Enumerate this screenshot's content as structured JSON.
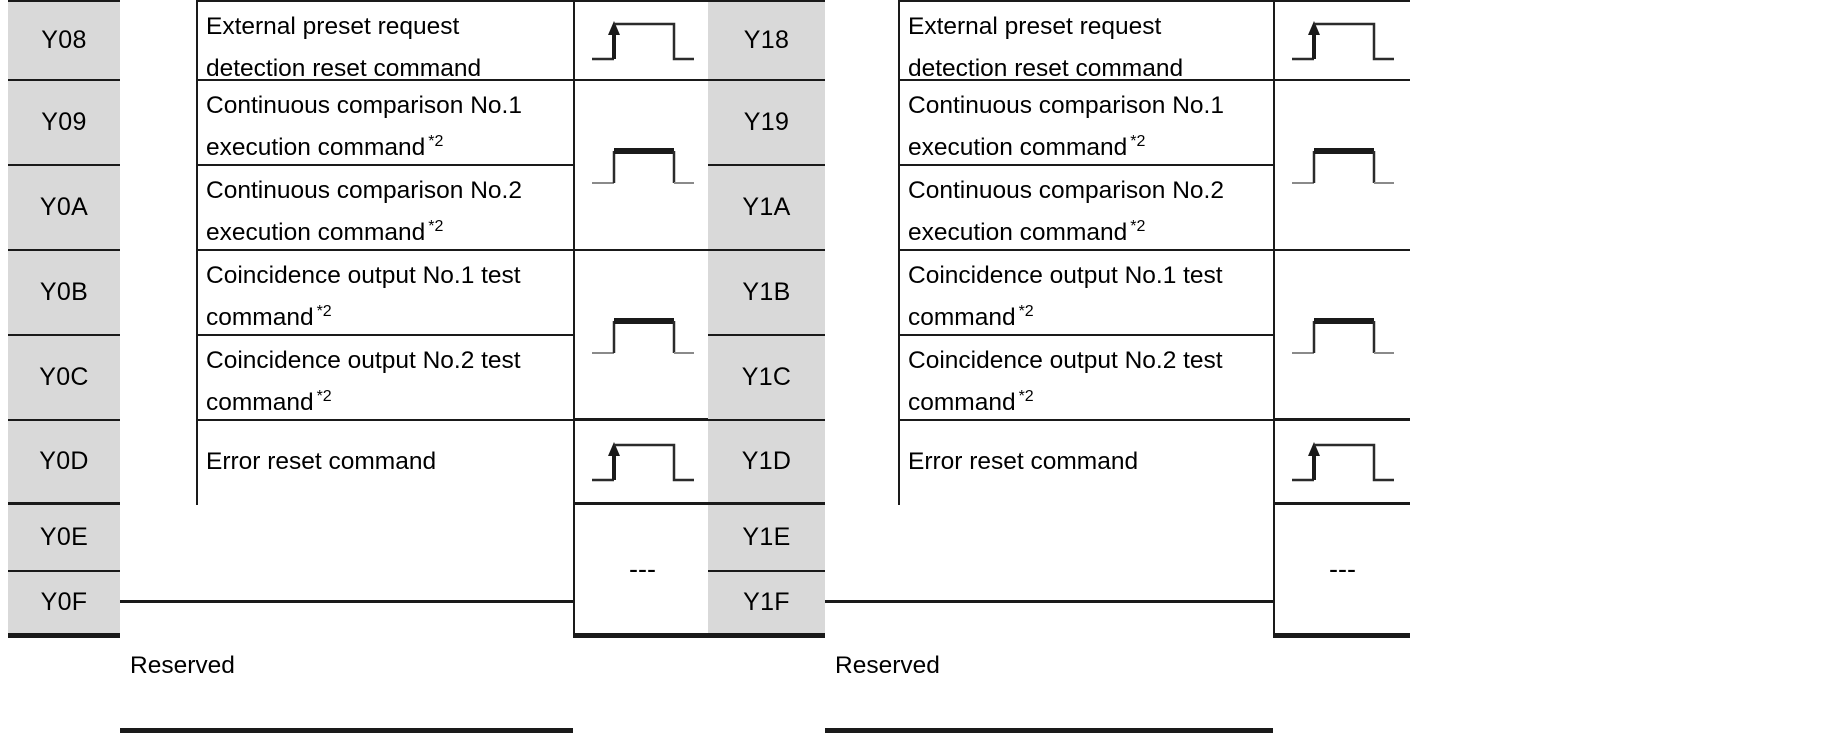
{
  "table": {
    "signal_column_bg": "#d9d9d9",
    "rule_color": "#1a1a1a",
    "halves": [
      {
        "id": "left",
        "rows": [
          {
            "signal": "Y08",
            "description_line1": "External preset request",
            "description_line2": "detection reset command",
            "note": "",
            "waveform": "rising-edge-pulse"
          },
          {
            "signal": "Y09",
            "description_line1": "Continuous comparison No.1",
            "description_line2": "execution command",
            "note": "*2",
            "waveform": "level-pulse"
          },
          {
            "signal": "Y0A",
            "description_line1": "Continuous comparison No.2",
            "description_line2": "execution command",
            "note": "*2",
            "waveform": "level-pulse-shared"
          },
          {
            "signal": "Y0B",
            "description_line1": "Coincidence output No.1 test",
            "description_line2": "command",
            "note": "*2",
            "waveform": "level-pulse"
          },
          {
            "signal": "Y0C",
            "description_line1": "Coincidence output No.2 test",
            "description_line2": "command",
            "note": "*2",
            "waveform": "level-pulse-shared"
          },
          {
            "signal": "Y0D",
            "description_line1": "Error reset command",
            "description_line2": "",
            "note": "",
            "waveform": "rising-edge-pulse"
          }
        ],
        "reserved": {
          "signals": [
            "Y0E",
            "Y0F"
          ],
          "label": "Reserved",
          "waveform_label": "---"
        }
      },
      {
        "id": "right",
        "rows": [
          {
            "signal": "Y18",
            "description_line1": "External preset request",
            "description_line2": "detection reset command",
            "note": "",
            "waveform": "rising-edge-pulse"
          },
          {
            "signal": "Y19",
            "description_line1": "Continuous comparison No.1",
            "description_line2": "execution command",
            "note": "*2",
            "waveform": "level-pulse"
          },
          {
            "signal": "Y1A",
            "description_line1": "Continuous comparison No.2",
            "description_line2": "execution command",
            "note": "*2",
            "waveform": "level-pulse-shared"
          },
          {
            "signal": "Y1B",
            "description_line1": "Coincidence output No.1 test",
            "description_line2": "command",
            "note": "*2",
            "waveform": "level-pulse"
          },
          {
            "signal": "Y1C",
            "description_line1": "Coincidence output No.2 test",
            "description_line2": "command",
            "note": "*2",
            "waveform": "level-pulse-shared"
          },
          {
            "signal": "Y1D",
            "description_line1": "Error reset command",
            "description_line2": "",
            "note": "",
            "waveform": "rising-edge-pulse"
          }
        ],
        "reserved": {
          "signals": [
            "Y1E",
            "Y1F"
          ],
          "label": "Reserved",
          "waveform_label": "---"
        }
      }
    ]
  }
}
